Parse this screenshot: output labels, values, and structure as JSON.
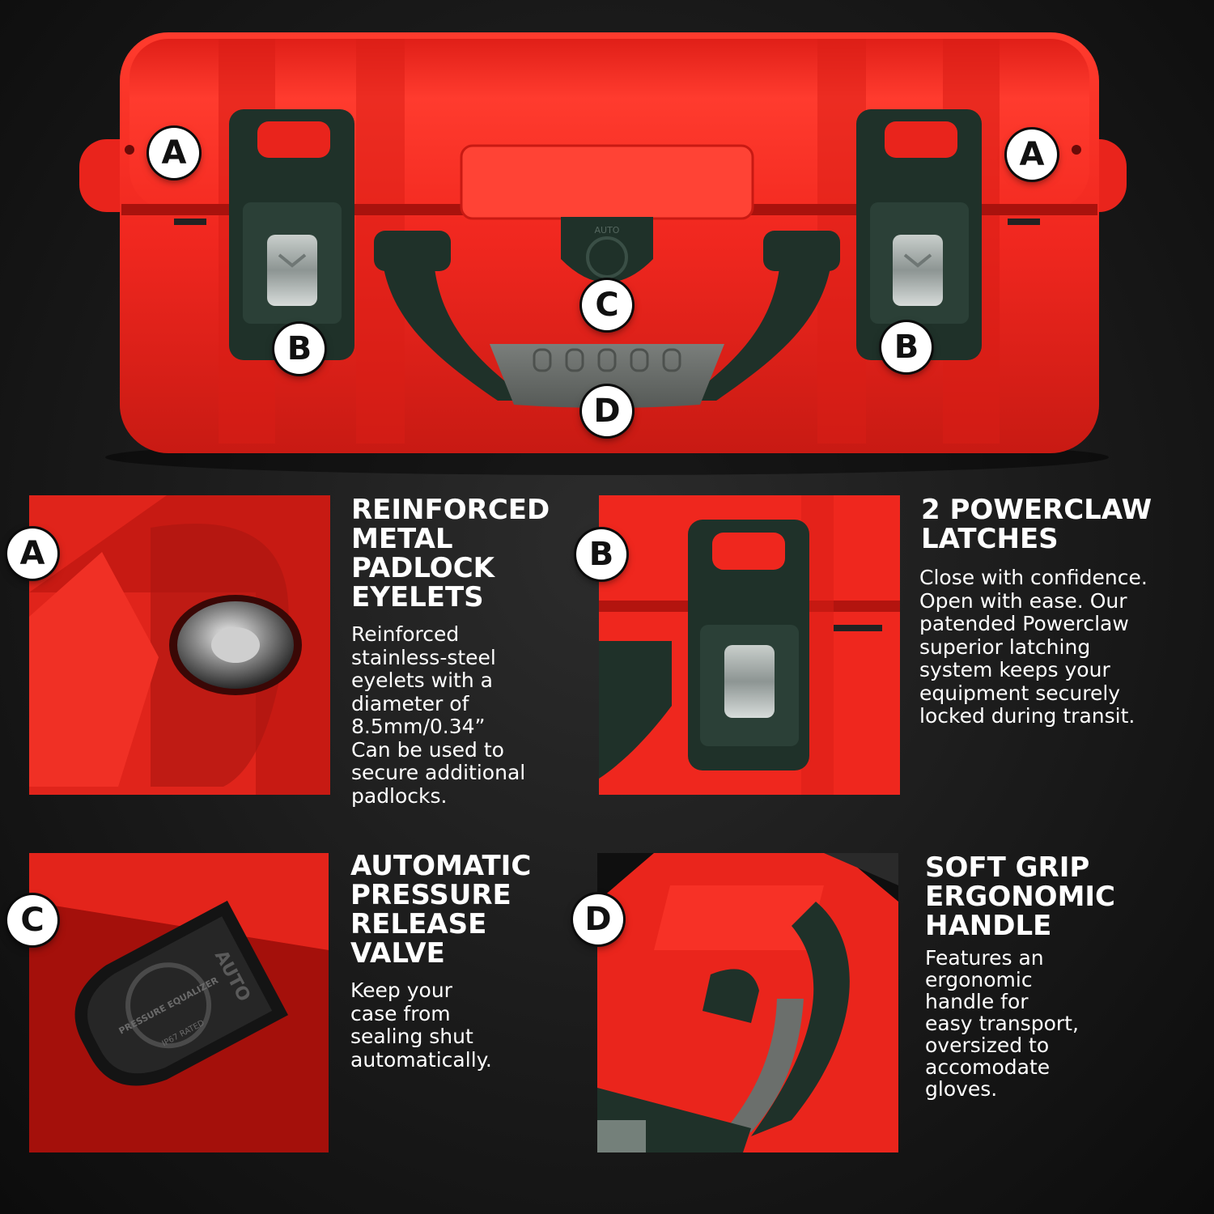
{
  "hero": {
    "callouts": [
      {
        "letter": "A"
      },
      {
        "letter": "A"
      },
      {
        "letter": "B"
      },
      {
        "letter": "B"
      },
      {
        "letter": "C"
      },
      {
        "letter": "D"
      }
    ],
    "valve_emboss": "AUTO"
  },
  "features": [
    {
      "letter": "A",
      "title": "REINFORCED\nMETAL\nPADLOCK\nEYELETS",
      "body": "Reinforced\nstainless-steel\neyelets with a\ndiameter of\n8.5mm/0.34”\nCan be used to\nsecure additional\npadlocks."
    },
    {
      "letter": "B",
      "title": "2 POWERCLAW\nLATCHES",
      "body": "Close with confidence.\nOpen with ease. Our\npatended Powerclaw\nsuperior latching\nsystem keeps your\nequipment securely\nlocked during transit."
    },
    {
      "letter": "C",
      "title": "AUTOMATIC\nPRESSURE\nRELEASE\nVALVE",
      "body": "Keep your\ncase from\nsealing shut\nautomatically.",
      "valve_text": {
        "top": "AUTO",
        "ring": "PRESSURE EQUALIZER",
        "rating": "IP67 RATED"
      }
    },
    {
      "letter": "D",
      "title": "SOFT GRIP\nERGONOMIC\nHANDLE",
      "body": "Features an\nergonomic\nhandle for\neasy transport,\noversized to\naccomodate\ngloves."
    }
  ],
  "colors": {
    "case_red": "#f0271f",
    "case_red_dark": "#b3140f",
    "latch_green": "#1f3129",
    "grip_gray": "#6b6f6c",
    "background": "#1a1a1a",
    "text": "#ffffff"
  }
}
